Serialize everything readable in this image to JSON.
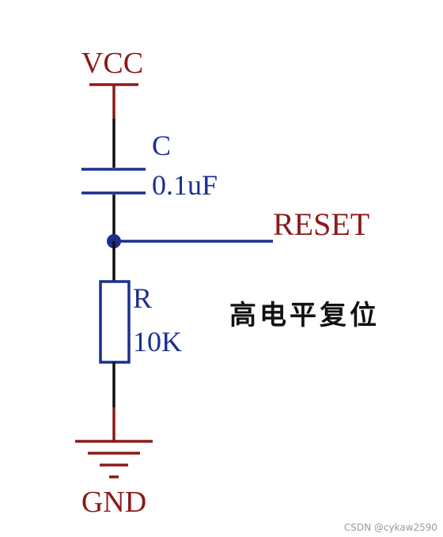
{
  "diagram": {
    "power_label": "VCC",
    "ground_label": "GND",
    "reset_label": "RESET",
    "capacitor": {
      "name": "C",
      "value": "0.1uF"
    },
    "resistor": {
      "name": "R",
      "value": "10K"
    },
    "note": "高电平复位",
    "watermark": "CSDN @cykaw2590"
  },
  "colors": {
    "wire": "#1c2f8f",
    "label_red": "#8b1a1a",
    "pin_black": "#111111",
    "junction": "#1c2f8f"
  }
}
